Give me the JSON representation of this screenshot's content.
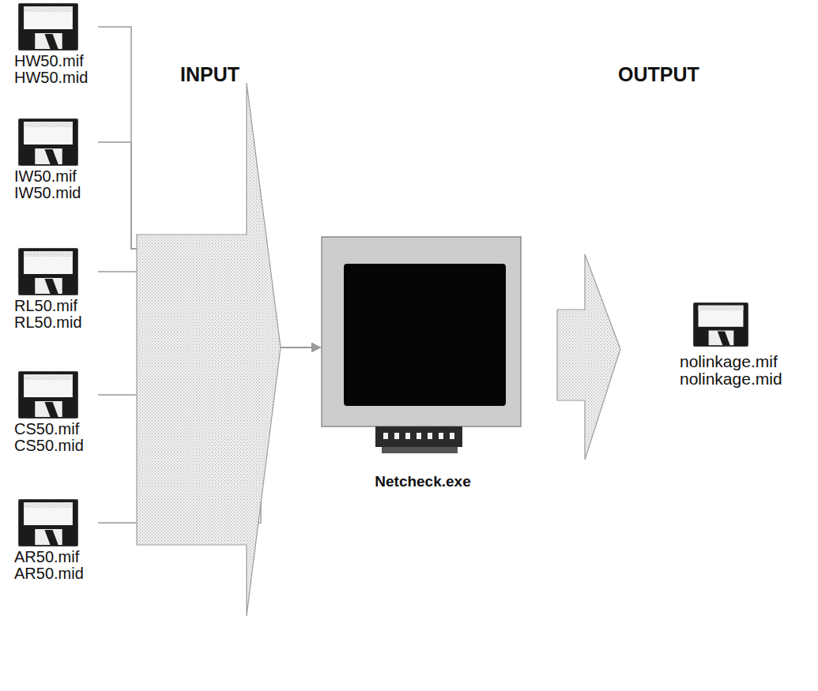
{
  "diagram": {
    "nodes": [
      {
        "text": [
          "HW50.mif",
          "HW50.mid"
        ]
      },
      {
        "text": [
          "IW50.mif",
          "IW50.mid"
        ]
      },
      {
        "text": [
          "RL50.mif",
          "RL50.mid"
        ]
      },
      {
        "text": [
          "CS50.mif",
          "CS50.mid"
        ]
      },
      {
        "text": [
          "AR50.mif",
          "AR50.mid"
        ]
      },
      {
        "text": [
          "Netcheck.exe"
        ]
      },
      {
        "text": [
          "nolinkage.mif",
          "nolinkage.mid"
        ]
      }
    ],
    "edges": [
      {
        "from": 0,
        "to": 5,
        "arrow": "to"
      },
      {
        "from": 1,
        "to": 5,
        "arrow": "to"
      },
      {
        "from": 2,
        "to": 5,
        "arrow": "to"
      },
      {
        "from": 3,
        "to": 5,
        "arrow": "to"
      },
      {
        "from": 4,
        "to": 5,
        "arrow": "to"
      },
      {
        "from": 5,
        "to": 6,
        "arrow": "to"
      }
    ],
    "labels": [
      "INPUT",
      "OUTPUT"
    ]
  }
}
